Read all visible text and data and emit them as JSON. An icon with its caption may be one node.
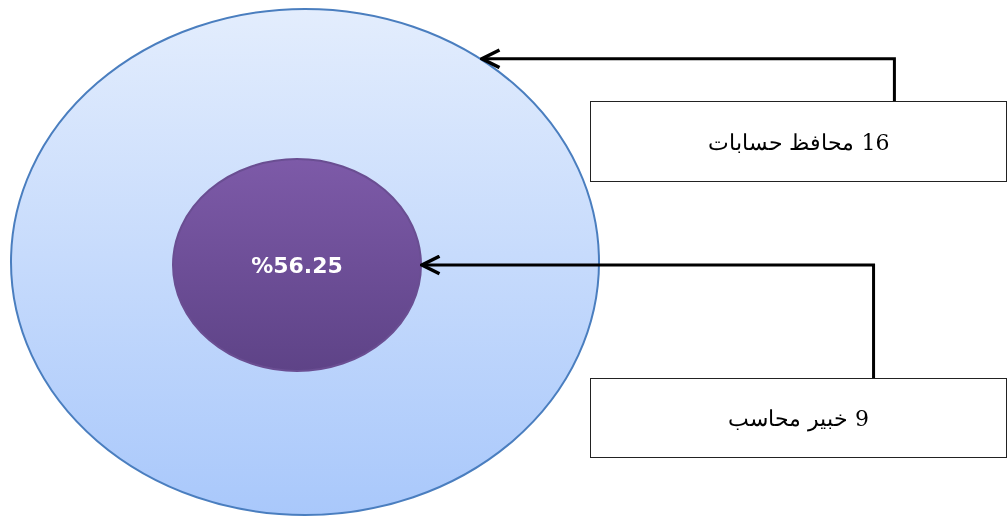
{
  "diagram": {
    "nodes": [
      {
        "text": [],
        "shape": "circle"
      },
      {
        "text": [
          "%56.25"
        ],
        "in": 0
      },
      {
        "text": [
          "16 محافظ حسابات"
        ]
      },
      {
        "text": [
          "9 خبير محاسب"
        ]
      }
    ],
    "edges": [
      {
        "from": 2,
        "to": 0,
        "arrow": "to"
      },
      {
        "from": 3,
        "to": 1,
        "arrow": "to"
      }
    ]
  }
}
